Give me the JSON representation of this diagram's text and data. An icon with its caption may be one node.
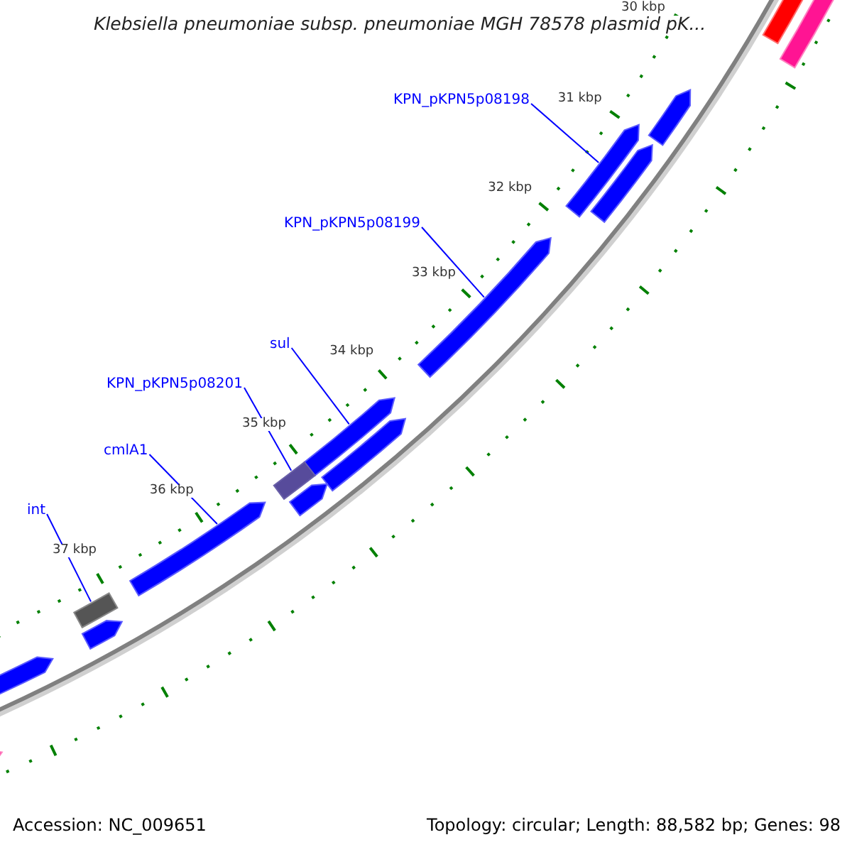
{
  "diagram": {
    "title": "Klebsiella pneumoniae subsp. pneumoniae MGH 78578 plasmid pK...",
    "nodes": [
      {
        "text": [
          "KPN_pKPN5p08198"
        ]
      },
      {
        "text": [
          "KPN_pKPN5p08199"
        ]
      },
      {
        "text": [
          "sul"
        ]
      },
      {
        "text": [
          "KPN_pKPN5p08201"
        ]
      },
      {
        "text": [
          "cmlA1"
        ]
      },
      {
        "text": [
          "int"
        ]
      },
      {
        "text": [],
        "shape": "bar"
      },
      {
        "text": [],
        "shape": "bar"
      },
      {
        "text": [],
        "shape": "bar"
      },
      {
        "text": [],
        "shape": "bar"
      },
      {
        "text": [],
        "shape": "bar"
      },
      {
        "text": [],
        "shape": "bar"
      },
      {
        "text": [],
        "shape": "bar"
      },
      {
        "text": [],
        "shape": "bar"
      },
      {
        "text": [],
        "shape": "bar"
      },
      {
        "text": [],
        "shape": "bar"
      },
      {
        "text": [],
        "shape": "bar"
      },
      {
        "text": [],
        "shape": "bar"
      },
      {
        "text": [],
        "shape": "bar"
      },
      {
        "text": [],
        "shape": "bar"
      },
      {
        "text": [],
        "shape": "bar"
      }
    ],
    "edges": [
      {
        "from": 0,
        "to": 6,
        "arrow": "none"
      },
      {
        "from": 1,
        "to": 7,
        "arrow": "none"
      },
      {
        "from": 2,
        "to": 8,
        "arrow": "none"
      },
      {
        "from": 3,
        "to": 9,
        "arrow": "none"
      },
      {
        "from": 4,
        "to": 10,
        "arrow": "none"
      },
      {
        "from": 5,
        "to": 11,
        "arrow": "none"
      }
    ],
    "labels": [
      "30 kbp",
      "31 kbp",
      "32 kbp",
      "33 kbp",
      "34 kbp",
      "35 kbp",
      "36 kbp",
      "37 kbp",
      "Accession: NC_009651",
      "Topology: circular; Length: 88,582 bp; Genes: 98"
    ]
  }
}
